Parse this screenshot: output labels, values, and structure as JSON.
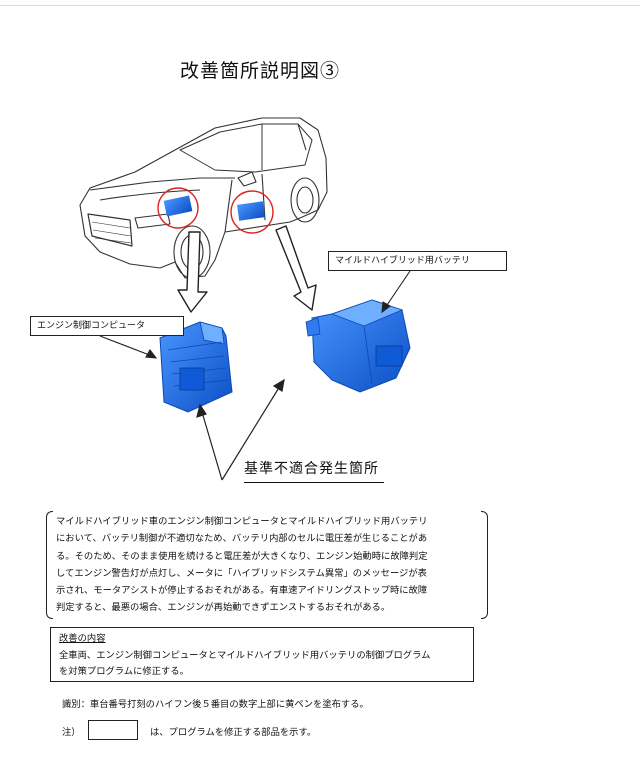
{
  "title": "改善箇所説明図③",
  "labels": {
    "ecu": "エンジン制御コンピュータ",
    "battery": "マイルドハイブリッド用バッテリ",
    "fault_location": "基準不適合発生箇所"
  },
  "description": {
    "lines": [
      "マイルドハイブリッド車のエンジン制御コンピュータとマイルドハイブリッド用バッテリ",
      "において、バッテリ制御が不適切なため、バッテリ内部のセルに電圧差が生じることがあ",
      "る。そのため、そのまま使用を続けると電圧差が大きくなり、エンジン始動時に故障判定",
      "してエンジン警告灯が点灯し、メータに「ハイブリッドシステム異常」のメッセージが表",
      "示され、モータアシストが停止するおそれがある。有車速アイドリングストップ時に故障",
      "判定すると、最悪の場合、エンジンが再始動できずエンストするおそれがある。"
    ]
  },
  "improvement": {
    "heading": "改善の内容",
    "lines": [
      "全車両、エンジン制御コンピュータとマイルドハイブリッド用バッテリの制御プログラム",
      "を対策プログラムに修正する。"
    ]
  },
  "identification": "識別：車台番号打刻のハイフン後５番目の数字上部に黄ペンを塗布する。",
  "note": {
    "prefix": "注）",
    "text": "は、プログラムを修正する部品を示す。"
  },
  "colors": {
    "part_blue": "#1f6fe0",
    "part_blue_dark": "#0d47b8",
    "circle_red": "#d22",
    "line": "#222222"
  }
}
